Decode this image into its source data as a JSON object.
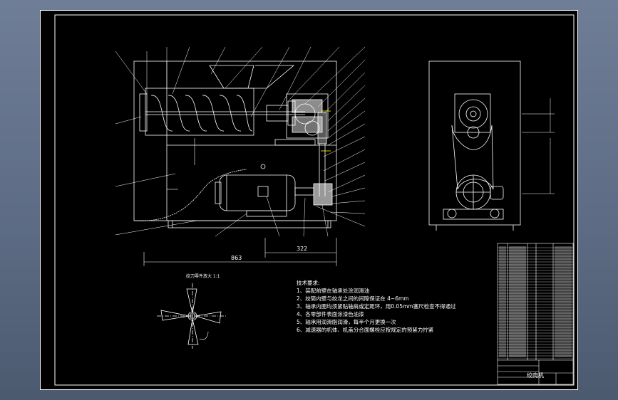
{
  "drawing": {
    "dimensions": {
      "overall_length": "863",
      "partial_length": "322"
    },
    "technical_requirements": {
      "heading": "技术要求:",
      "items": [
        "1、装配前壁在轴承处涂润滑油",
        "2、绞筒内壁与绞龙之间的间隙保证在 4~6mm",
        "3、轴承内圈均须紧贴轴肩或定距环，用0.05mm塞尺检查不得通过",
        "4、各零部件表面涂漆色油漆",
        "5、轴承用润滑脂润滑，每半个月更换一次",
        "6、减速器的机体、机盖分合面螺栓应按规定的预紧力拧紧"
      ]
    },
    "blade_view_title": "绞刀零件放大 1:1",
    "title_block": {
      "name": "绞肉机"
    }
  },
  "colors": {
    "background": "#000000",
    "line": "#ffffff",
    "accent_yellow": "#ffff00",
    "accent_cyan": "#00ffff"
  }
}
